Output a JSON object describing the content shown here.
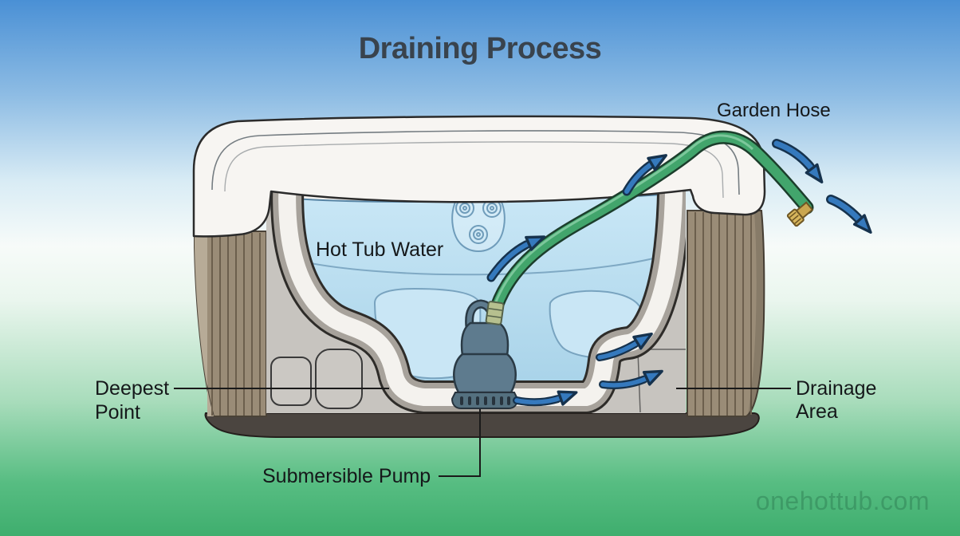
{
  "title": "Draining Process",
  "labels": {
    "garden_hose": "Garden Hose",
    "hot_tub_water": "Hot Tub Water",
    "deepest_point": "Deepest Point",
    "drainage_area": "Drainage Area",
    "submersible_pump": "Submersible Pump"
  },
  "watermark": "onehottub.com",
  "colors": {
    "background_top": "#4a90d5",
    "background_bottom": "#3fae6e",
    "title_text": "#39434d",
    "label_text": "#15181a",
    "water": "#b9dcee",
    "hose_green": "#42a56c",
    "arrow_blue": "#3579bd",
    "cabinet_brown": "#9a8c77",
    "shell_white": "#f5f3f0",
    "pump_body": "#5e7b8e",
    "brass_fitting": "#caa64f"
  }
}
